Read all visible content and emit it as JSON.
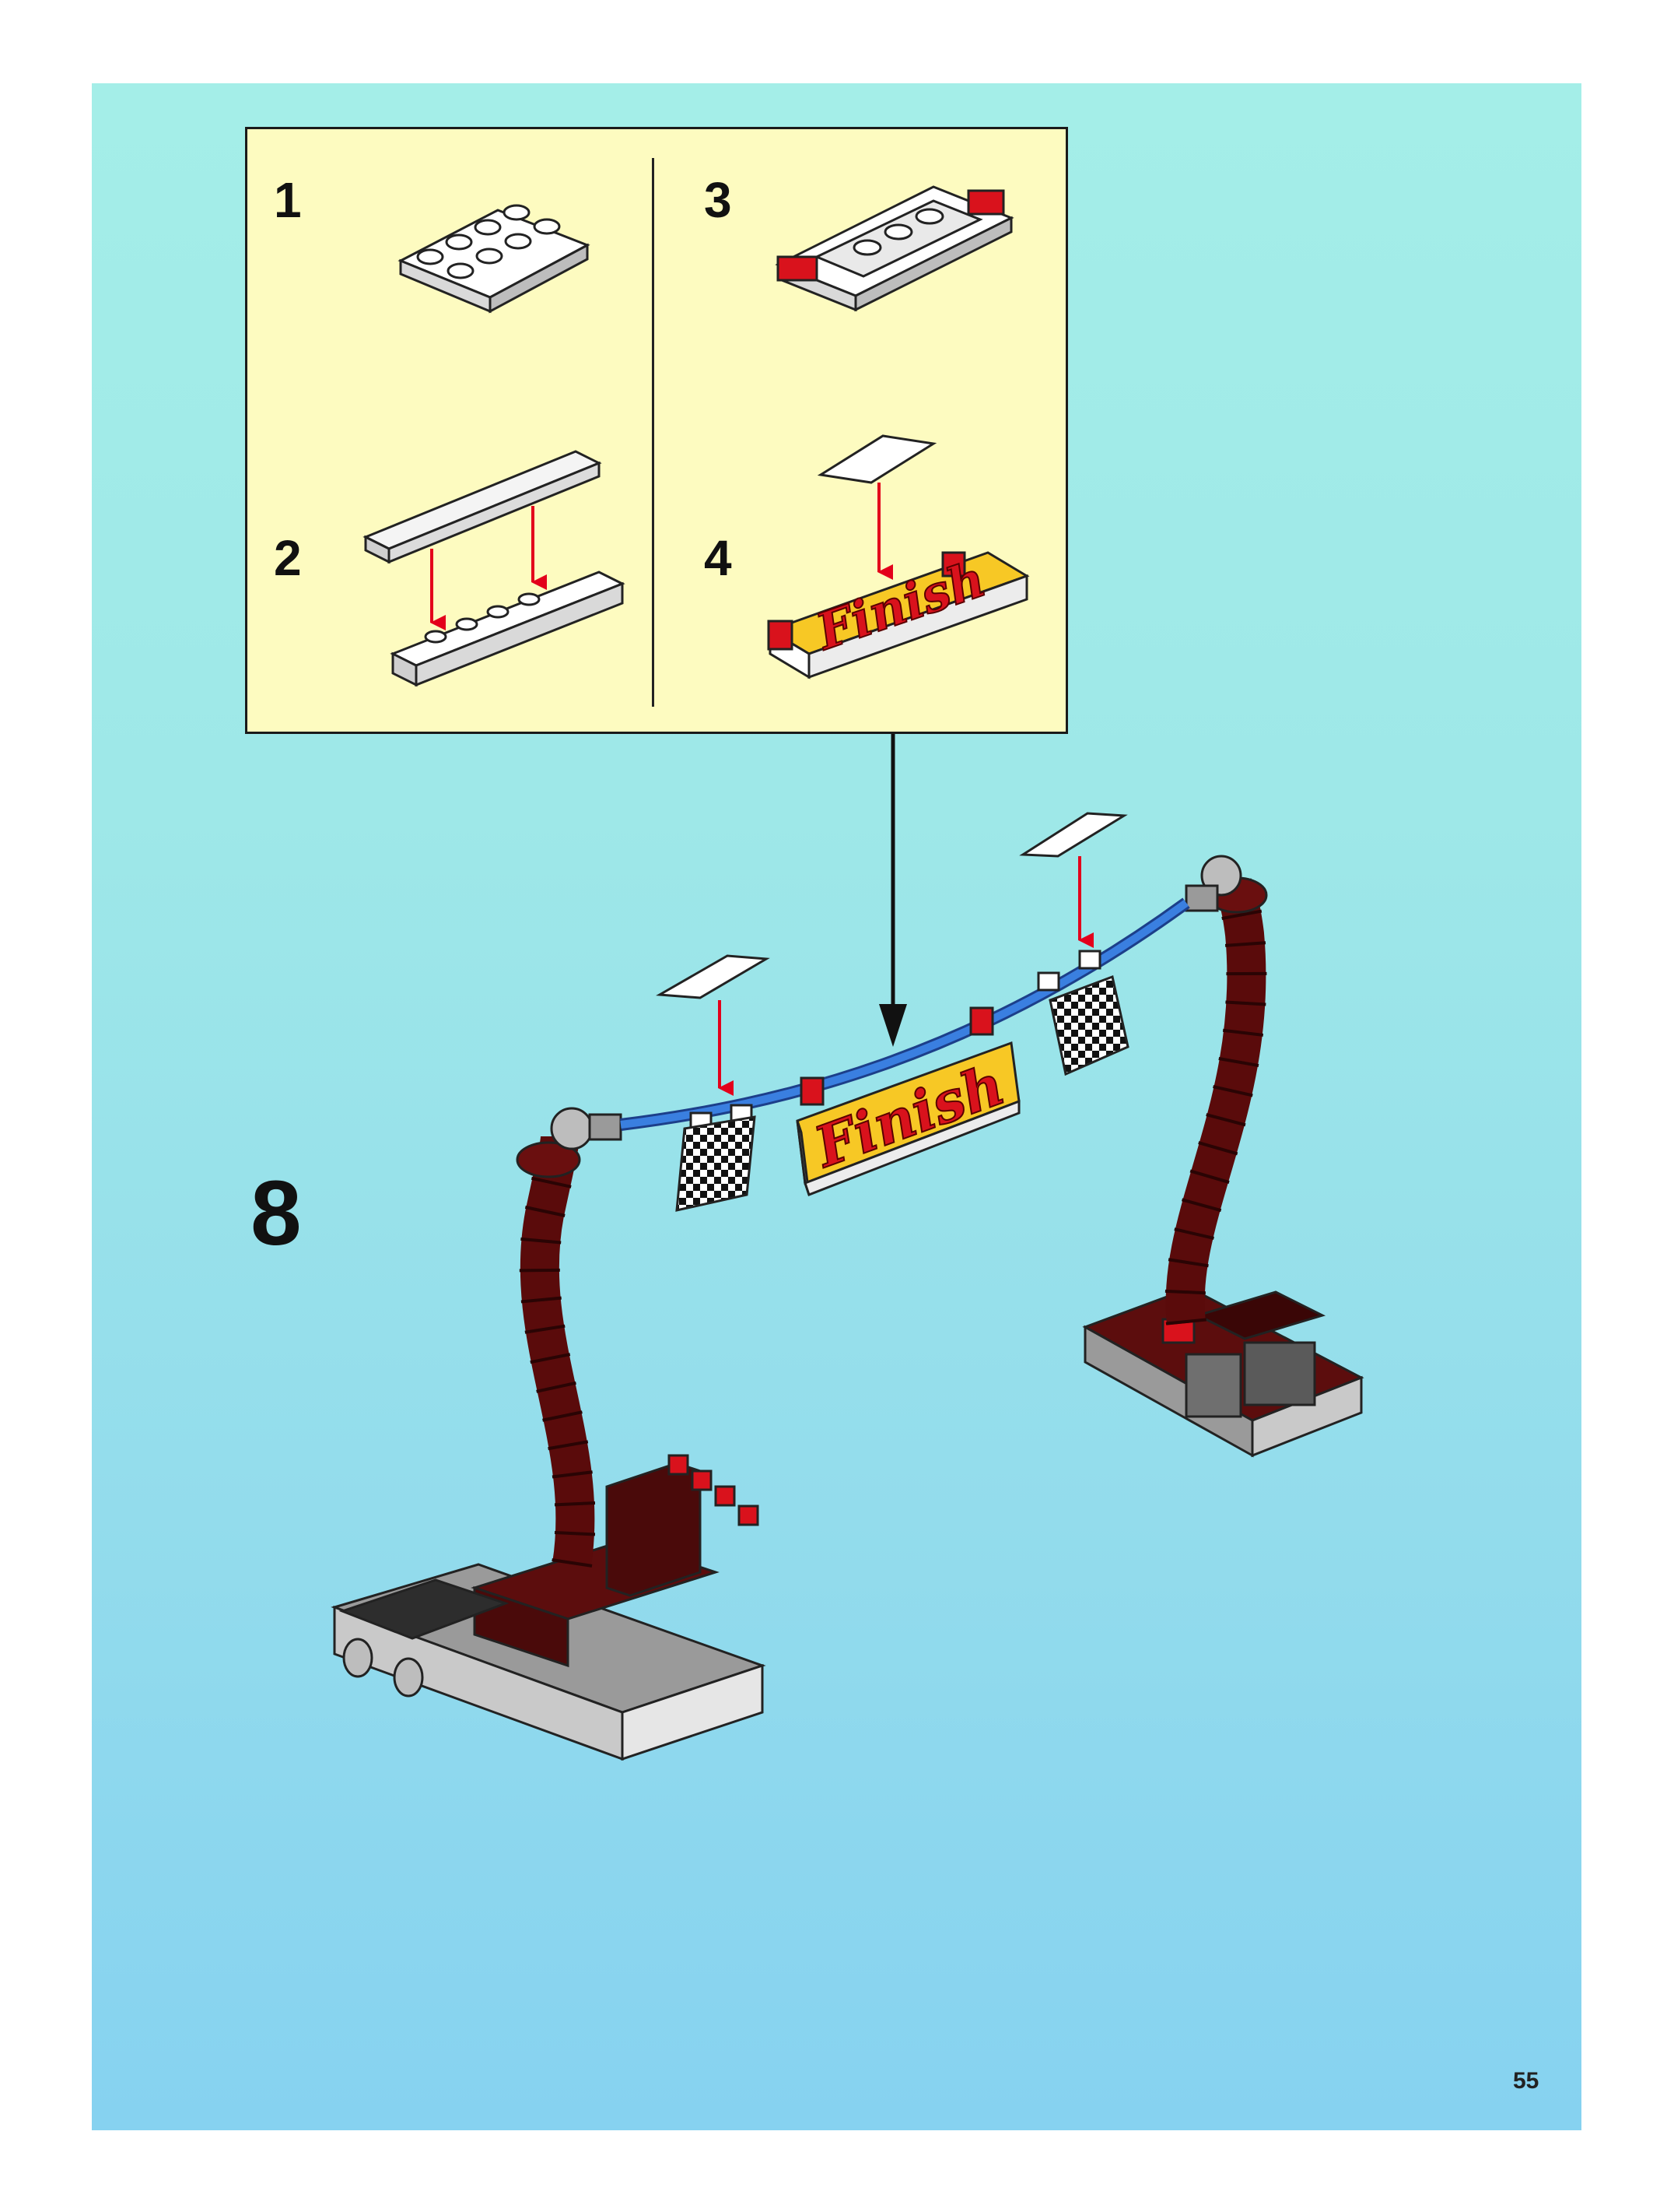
{
  "sub_steps": [
    "1",
    "2",
    "3",
    "4"
  ],
  "main_step": "8",
  "sign_text": "Finish",
  "page_number": "55",
  "colors": {
    "inset_background": "#fdfbc0",
    "arrow_red": "#e3001b",
    "dark_red": "#6b0f0f",
    "blue_hose": "#3a7fe0",
    "sign_yellow": "#f7c825"
  }
}
